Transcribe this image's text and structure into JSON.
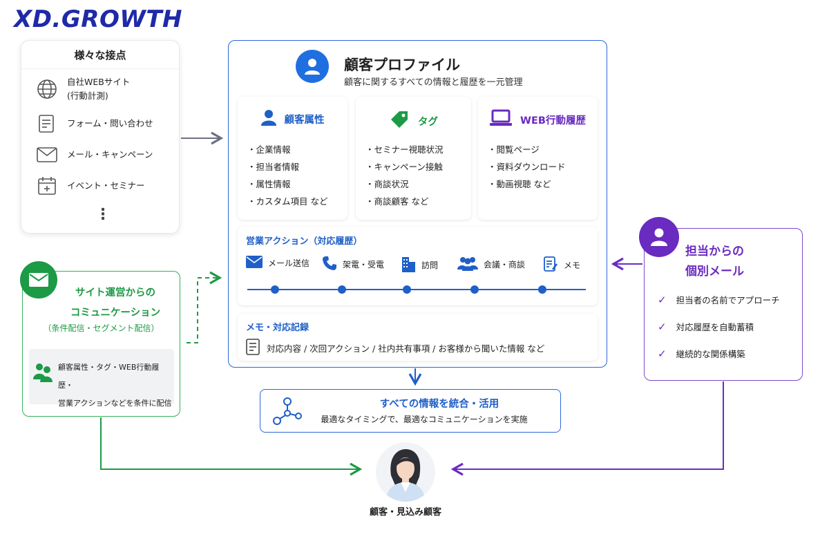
{
  "logo": {
    "text": "XD.GROWTH"
  },
  "touchpoints": {
    "title": "様々な接点",
    "items": [
      {
        "label": "自社WEBサイト\n(行動計測)",
        "icon": "globe-icon"
      },
      {
        "label": "フォーム・問い合わせ",
        "icon": "form-icon"
      },
      {
        "label": "メール・キャンペーン",
        "icon": "mail-icon"
      },
      {
        "label": "イベント・セミナー",
        "icon": "calendar-icon"
      }
    ],
    "more": "⋮"
  },
  "profile": {
    "title": "顧客プロファイル",
    "subtitle": "顧客に関するすべての情報と履歴を一元管理",
    "cards": [
      {
        "title": "顧客属性",
        "icon": "person-icon",
        "color": "#1f5fc8",
        "items": [
          "企業情報",
          "担当者情報",
          "属性情報",
          "カスタム項目 など"
        ]
      },
      {
        "title": "タグ",
        "icon": "tag-icon",
        "color": "#1c9a45",
        "items": [
          "セミナー視聴状況",
          "キャンペーン接触",
          "商談状況",
          "商談顧客 など"
        ]
      },
      {
        "title": "WEB行動履歴",
        "icon": "laptop-icon",
        "color": "#6a2bc0",
        "items": [
          "閲覧ページ",
          "資料ダウンロード",
          "動画視聴 など"
        ]
      }
    ],
    "sales_action": {
      "title": "営業アクション（対応履歴）",
      "items": [
        {
          "label": "メール送信",
          "icon": "mail-icon"
        },
        {
          "label": "架電・受電",
          "icon": "phone-icon"
        },
        {
          "label": "訪問",
          "icon": "building-icon"
        },
        {
          "label": "会議・商談",
          "icon": "group-icon"
        },
        {
          "label": "メモ",
          "icon": "memo-icon"
        }
      ]
    },
    "memo": {
      "title": "メモ・対応記録",
      "body": "対応内容 / 次回アクション / 社内共有事項 / お客様から聞いた情報 など"
    }
  },
  "site_comm": {
    "title": "サイト運営からの\nコミュニケーション",
    "subtitle": "（条件配信・セグメント配信）",
    "box_text": "顧客属性・タグ・WEB行動履歴・\n営業アクションなどを条件に配信"
  },
  "staff_mail": {
    "title": "担当からの\n個別メール",
    "items": [
      "担当者の名前でアプローチ",
      "対応履歴を自動蓄積",
      "継続的な関係構築"
    ]
  },
  "integration": {
    "title": "すべての情報を統合・活用",
    "subtitle": "最適なタイミングで、最適なコミュニケーションを実施"
  },
  "customer": {
    "label": "顧客・見込み顧客"
  },
  "colors": {
    "blue": "#1f5fc8",
    "green": "#1c9a45",
    "purple": "#6a2bc0",
    "navy": "#1e2aa8"
  }
}
